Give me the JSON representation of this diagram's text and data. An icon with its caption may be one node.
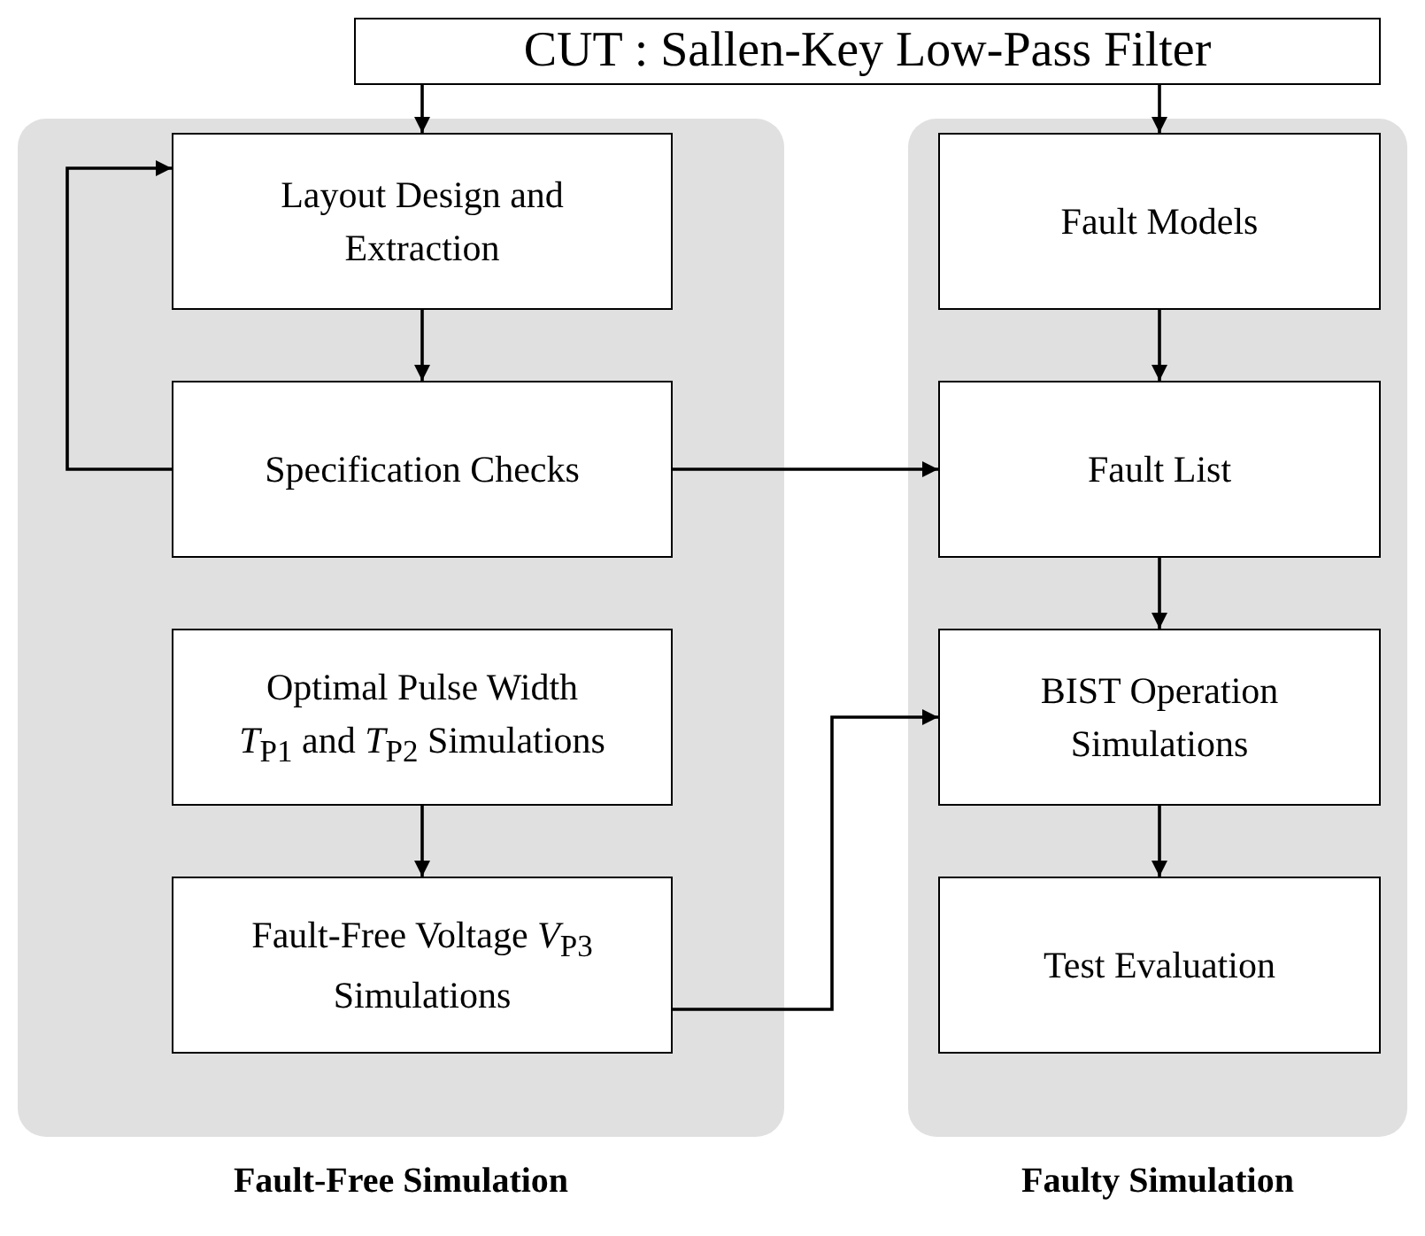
{
  "diagram": {
    "nodes": [
      {
        "text": [
          "CUT : Sallen-Key Low-Pass Filter"
        ]
      },
      {
        "text": [
          "Fault-Free Simulation"
        ]
      },
      {
        "text": [
          "Layout Design and Extraction"
        ],
        "in": 1
      },
      {
        "text": [
          "Specification Checks"
        ],
        "in": 1
      },
      {
        "text": [
          "Optimal Pulse Width *T*$_{P1}$ and *T*$_{P2}$ Simulations"
        ],
        "in": 1
      },
      {
        "text": [
          "Fault-Free Voltage *V*$_{P3}$ Simulations"
        ],
        "in": 1
      },
      {
        "text": [
          "Faulty Simulation"
        ]
      },
      {
        "text": [
          "Fault Models"
        ],
        "in": 6
      },
      {
        "text": [
          "Fault List"
        ],
        "in": 6
      },
      {
        "text": [
          "BIST Operation Simulations"
        ],
        "in": 6
      },
      {
        "text": [
          "Test Evaluation"
        ],
        "in": 6
      }
    ],
    "edges": [
      {
        "from": 0,
        "to": 2,
        "arrow": "to"
      },
      {
        "from": 0,
        "to": 7,
        "arrow": "to"
      },
      {
        "from": 2,
        "to": 3,
        "arrow": "to"
      },
      {
        "from": 3,
        "to": 2,
        "arrow": "to"
      },
      {
        "from": 3,
        "to": 8,
        "arrow": "to"
      },
      {
        "from": 4,
        "to": 5,
        "arrow": "to"
      },
      {
        "from": 5,
        "to": 9,
        "arrow": "to"
      },
      {
        "from": 7,
        "to": 8,
        "arrow": "to"
      },
      {
        "from": 8,
        "to": 9,
        "arrow": "to"
      },
      {
        "from": 9,
        "to": 10,
        "arrow": "to"
      }
    ]
  }
}
